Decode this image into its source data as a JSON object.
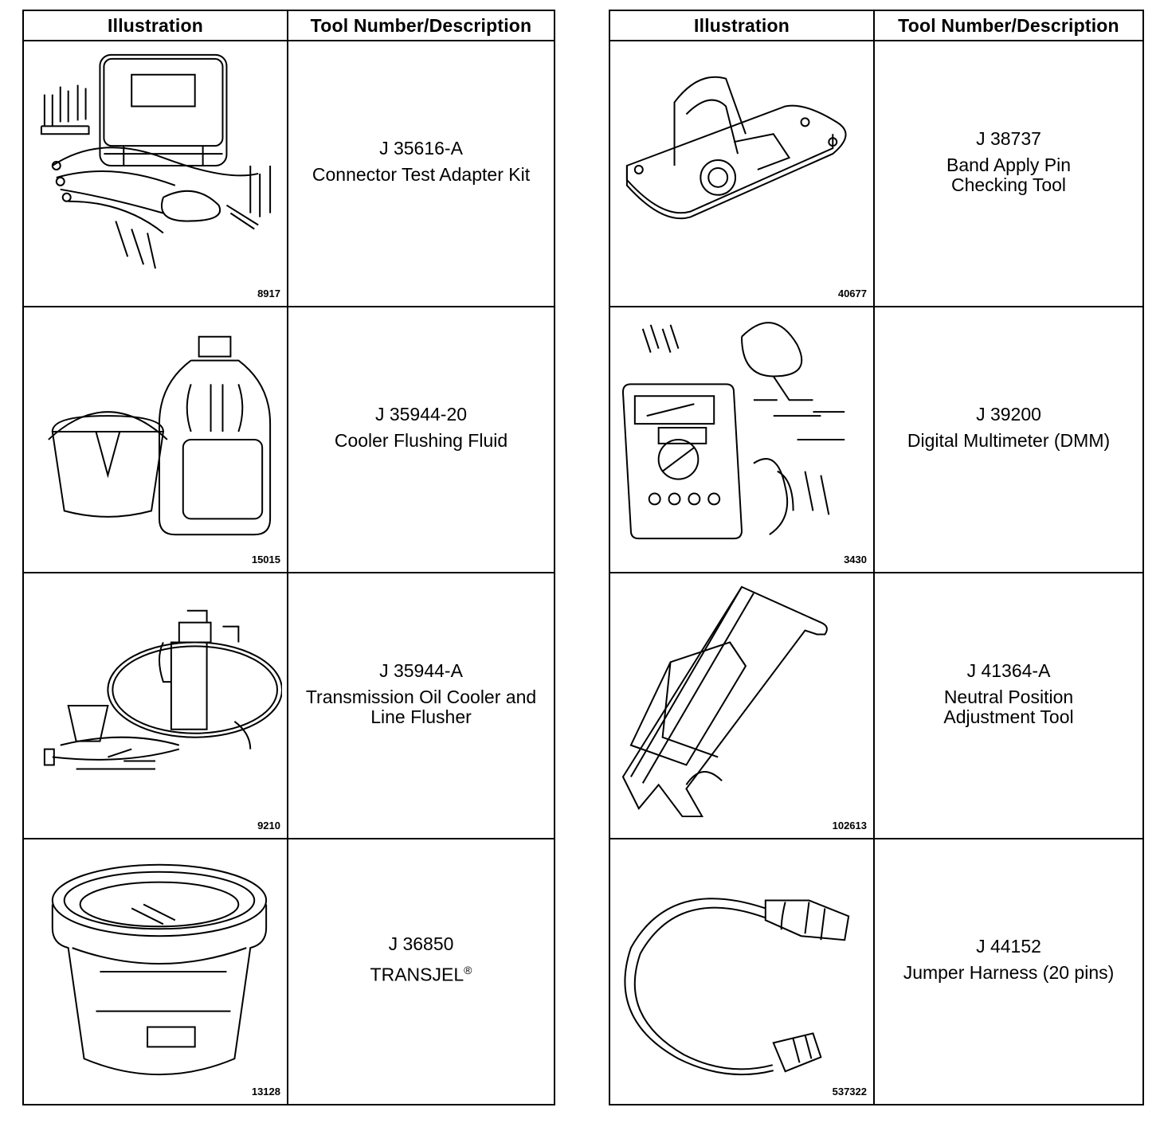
{
  "headers": {
    "illustration": "Illustration",
    "tool": "Tool Number/Description"
  },
  "left_table": {
    "rows": [
      {
        "figure_id": "8917",
        "tool_number": "J 35616-A",
        "description": "Connector Test Adapter Kit",
        "icon": "connector-test-kit-icon"
      },
      {
        "figure_id": "15015",
        "tool_number": "J 35944-20",
        "description": "Cooler Flushing Fluid",
        "icon": "flushing-fluid-jug-icon"
      },
      {
        "figure_id": "9210",
        "tool_number": "J 35944-A",
        "description": "Transmission Oil Cooler and\nLine Flusher",
        "icon": "oil-cooler-flusher-icon"
      },
      {
        "figure_id": "13128",
        "tool_number": "J 36850",
        "description": "TRANSJEL",
        "description_suffix": "®",
        "icon": "transjel-tub-icon"
      }
    ]
  },
  "right_table": {
    "rows": [
      {
        "figure_id": "40677",
        "tool_number": "J 38737",
        "description": "Band Apply Pin\nChecking Tool",
        "icon": "band-apply-pin-tool-icon"
      },
      {
        "figure_id": "3430",
        "tool_number": "J 39200",
        "description": "Digital Multimeter (DMM)",
        "icon": "digital-multimeter-icon"
      },
      {
        "figure_id": "102613",
        "tool_number": "J 41364-A",
        "description": "Neutral Position\nAdjustment Tool",
        "icon": "neutral-position-tool-icon"
      },
      {
        "figure_id": "537322",
        "tool_number": "J 44152",
        "description": "Jumper Harness (20 pins)",
        "icon": "jumper-harness-icon"
      }
    ]
  }
}
